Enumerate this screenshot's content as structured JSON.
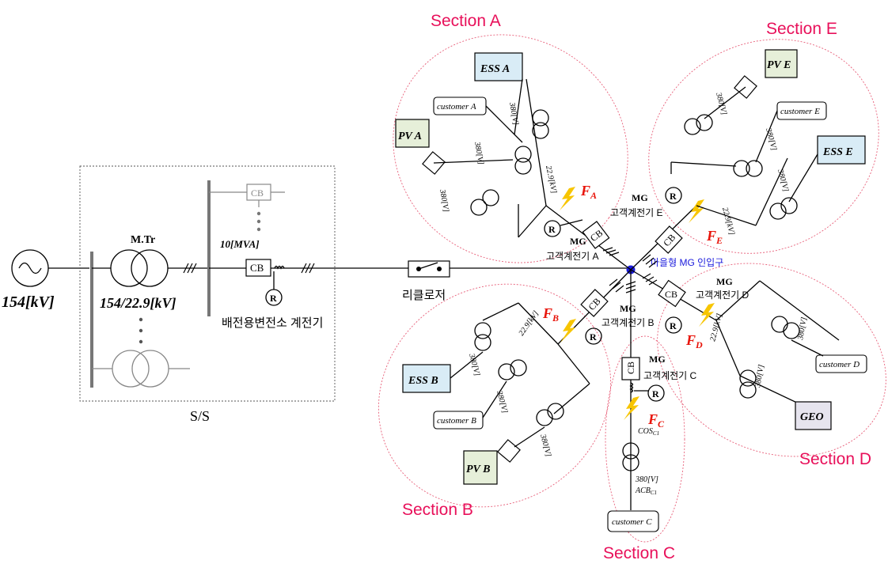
{
  "source": {
    "voltage": "154[kV]"
  },
  "substation": {
    "transformer_name": "M.Tr",
    "transformer_ratio": "154/22.9[kV]",
    "capacity": "10[MVA]",
    "cb_label": "CB",
    "relay_label": "R",
    "relay_caption": "배전용변전소 계전기",
    "box_label": "S/S"
  },
  "recloser_label": "리클로저",
  "hub_label": "마을형 MG 인입구",
  "relay_name": "고객계전기",
  "mg_label": "MG",
  "sections": {
    "A": {
      "title": "Section A",
      "relay": "A",
      "fault": "F",
      "fault_sub": "A",
      "ess": "ESS A",
      "pv": "PV A",
      "customer": "customer A"
    },
    "B": {
      "title": "Section B",
      "relay": "B",
      "fault": "F",
      "fault_sub": "B",
      "ess": "ESS B",
      "pv": "PV B",
      "customer": "customer B"
    },
    "C": {
      "title": "Section C",
      "relay": "C",
      "fault": "F",
      "fault_sub": "C",
      "customer": "customer C"
    },
    "D": {
      "title": "Section D",
      "relay": "D",
      "fault": "F",
      "fault_sub": "D",
      "geo": "GEO",
      "customer": "customer D"
    },
    "E": {
      "title": "Section E",
      "relay": "E",
      "fault": "F",
      "fault_sub": "E",
      "ess": "ESS E",
      "pv": "PV E",
      "customer": "customer E"
    }
  },
  "labels": {
    "kv": "22.9[kV]",
    "v380": "380[V]",
    "cos": "COS",
    "acb": "ACB",
    "section_c_cos": "COS",
    "section_c_cos_sub": "C1",
    "section_c_acb": "ACB",
    "section_c_acb_sub": "C1"
  },
  "colors": {
    "section_title": "#e8105a",
    "fault": "#e8140a",
    "hub": "#1a1adc",
    "ess_fill": "#d9ecf6",
    "pv_fill": "#e6efd9",
    "geo_fill": "#e6e4ee"
  }
}
